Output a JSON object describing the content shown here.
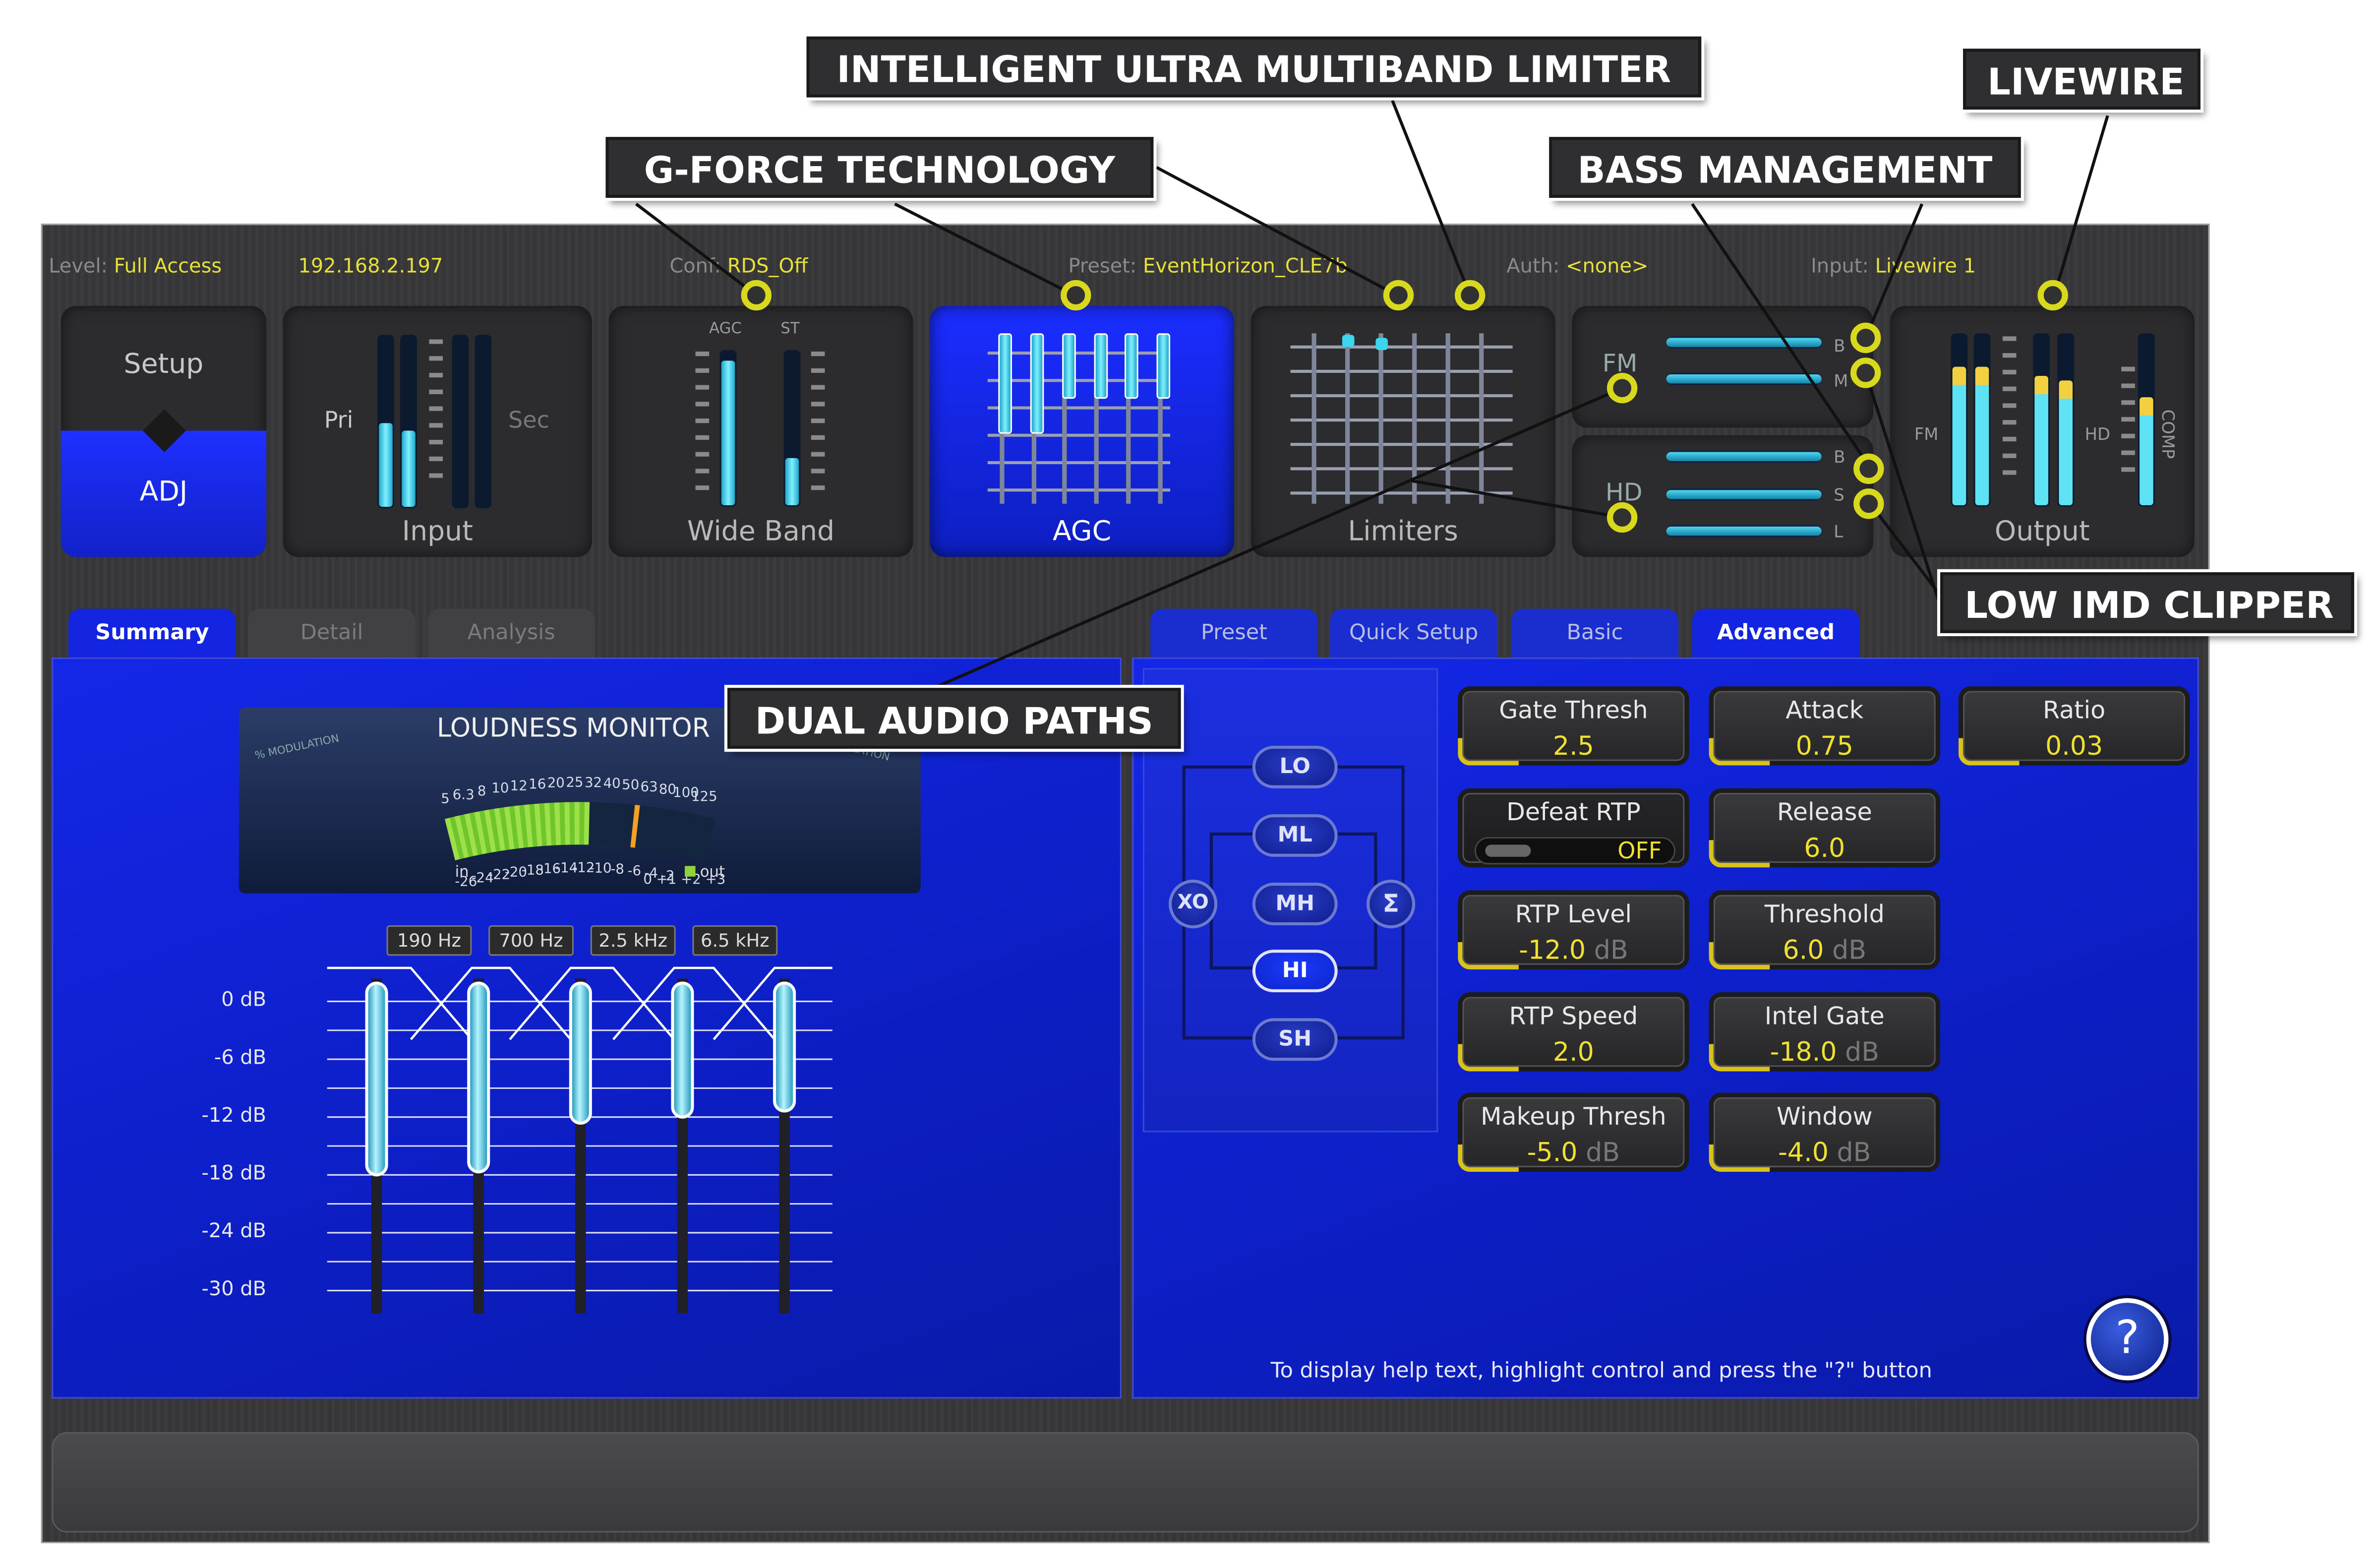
{
  "status": {
    "level_label": "Level:",
    "level_value": "Full Access",
    "ip": "192.168.2.197",
    "config_label": "Conf:",
    "config_value": "RDS_Off",
    "preset_label": "Preset:",
    "preset_value": "EventHorizon_CLE7b",
    "auth_label": "Auth:",
    "auth_value": "<none>",
    "input_label": "Input:",
    "input_value": "Livewire 1"
  },
  "panels": {
    "setup": "Setup",
    "adj": "ADJ",
    "input": {
      "label": "Input",
      "pri": "Pri",
      "sec": "Sec"
    },
    "wideband": {
      "label": "Wide Band",
      "agc": "AGC",
      "st": "ST"
    },
    "agc": {
      "label": "AGC"
    },
    "limiters": {
      "label": "Limiters"
    },
    "fm": {
      "label": "FM",
      "b": "B",
      "m": "M"
    },
    "hd": {
      "label": "HD",
      "b": "B",
      "s": "S",
      "l": "L"
    },
    "output": {
      "label": "Output",
      "fm": "FM",
      "hd": "HD",
      "comp": "COMP"
    }
  },
  "left_tabs": [
    "Summary",
    "Detail",
    "Analysis"
  ],
  "right_tabs": [
    "Preset",
    "Quick Setup",
    "Basic",
    "Advanced"
  ],
  "loudness": {
    "title": "LOUDNESS MONITOR",
    "mod_left": "% MODULATION",
    "mod_right": "% MODULATION",
    "top_scale": [
      "5",
      "6.3",
      "8",
      "10",
      "12",
      "16",
      "20",
      "25",
      "32",
      "40",
      "50",
      "63",
      "80",
      "100",
      "125"
    ],
    "bottom_scale": [
      "-26",
      "-24",
      "-22",
      "-20",
      "-18",
      "-16",
      "-14",
      "-12",
      "-10",
      "-8",
      "-6",
      "-4",
      "-2",
      "0 +1 +2 +3"
    ],
    "in": "in",
    "out": "out"
  },
  "eq": {
    "bands": [
      "190 Hz",
      "700 Hz",
      "2.5 kHz",
      "6.5 kHz"
    ],
    "db_labels": [
      "0 dB",
      "-6 dB",
      "-12 dB",
      "-18 dB",
      "-24 dB",
      "-30 dB"
    ]
  },
  "crossover": {
    "xo": "XO",
    "sum": "Σ",
    "bands": [
      "LO",
      "ML",
      "MH",
      "HI",
      "SH"
    ],
    "selected": "HI"
  },
  "controls": {
    "gate_thresh": {
      "name": "Gate Thresh",
      "value": "2.5",
      "unit": ""
    },
    "attack": {
      "name": "Attack",
      "value": "0.75",
      "unit": ""
    },
    "ratio": {
      "name": "Ratio",
      "value": "0.03",
      "unit": ""
    },
    "defeat_rtp": {
      "name": "Defeat RTP",
      "value": "OFF",
      "unit": ""
    },
    "release": {
      "name": "Release",
      "value": "6.0",
      "unit": ""
    },
    "rtp_level": {
      "name": "RTP Level",
      "value": "-12.0",
      "unit": "dB"
    },
    "threshold": {
      "name": "Threshold",
      "value": "6.0",
      "unit": "dB"
    },
    "rtp_speed": {
      "name": "RTP Speed",
      "value": "2.0",
      "unit": ""
    },
    "intel_gate": {
      "name": "Intel Gate",
      "value": "-18.0",
      "unit": "dB"
    },
    "makeup_thresh": {
      "name": "Makeup Thresh",
      "value": "-5.0",
      "unit": "dB"
    },
    "window": {
      "name": "Window",
      "value": "-4.0",
      "unit": "dB"
    }
  },
  "help": {
    "button": "?",
    "text": "To display help text, highlight control and press the \"?\" button"
  },
  "callouts": {
    "gforce": "G-FORCE TECHNOLOGY",
    "limiter": "INTELLIGENT ULTRA MULTIBAND LIMITER",
    "livewire": "LIVEWIRE",
    "bass": "BASS MANAGEMENT",
    "clipper": "LOW IMD CLIPPER",
    "dual": "DUAL AUDIO PATHS"
  },
  "levels": {
    "input_pri": [
      0.48,
      0.44
    ],
    "wideband_agc": 0.92,
    "wideband_st": 0.3,
    "output_fm": [
      0.8,
      0.8
    ],
    "output_hd": [
      0.75,
      0.72
    ],
    "output_comp": 0.62,
    "eq_faders": [
      0.0,
      0.0,
      0.0,
      0.0,
      0.0
    ]
  }
}
